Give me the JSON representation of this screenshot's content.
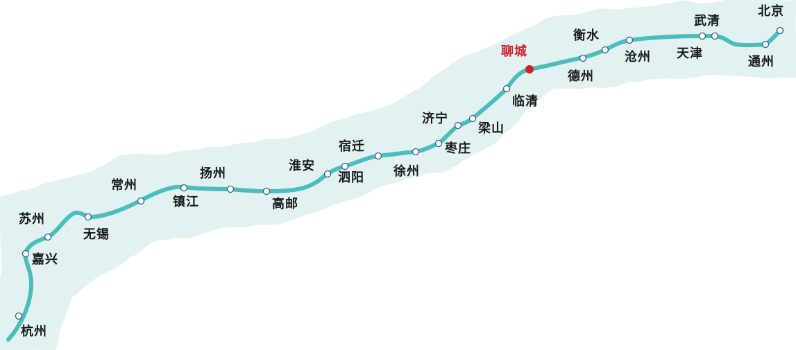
{
  "map": {
    "route_color": "#4cbdbd",
    "band_color": "#e2f1f2",
    "highlight_color": "#d21f2a",
    "label_color": "#1a1a1a",
    "highlighted_city": "聊城",
    "cities": [
      {
        "id": "hangzhou",
        "name": "杭州"
      },
      {
        "id": "jiaxing",
        "name": "嘉兴"
      },
      {
        "id": "suzhou",
        "name": "苏州"
      },
      {
        "id": "wuxi",
        "name": "无锡"
      },
      {
        "id": "changzhou",
        "name": "常州"
      },
      {
        "id": "zhenjiang",
        "name": "镇江"
      },
      {
        "id": "yangzhou",
        "name": "扬州"
      },
      {
        "id": "gaoyou",
        "name": "高邮"
      },
      {
        "id": "huaian",
        "name": "淮安"
      },
      {
        "id": "siyang",
        "name": "泗阳"
      },
      {
        "id": "suqian",
        "name": "宿迁"
      },
      {
        "id": "xuzhou",
        "name": "徐州"
      },
      {
        "id": "zaozhuang",
        "name": "枣庄"
      },
      {
        "id": "jining",
        "name": "济宁"
      },
      {
        "id": "liangshan",
        "name": "梁山"
      },
      {
        "id": "linqing",
        "name": "临清"
      },
      {
        "id": "liaocheng",
        "name": "聊城"
      },
      {
        "id": "dezhou",
        "name": "德州"
      },
      {
        "id": "hengshui",
        "name": "衡水"
      },
      {
        "id": "cangzhou",
        "name": "沧州"
      },
      {
        "id": "tianjin",
        "name": "天津"
      },
      {
        "id": "wuqing",
        "name": "武清"
      },
      {
        "id": "tongzhou",
        "name": "通州"
      },
      {
        "id": "beijing",
        "name": "北京"
      }
    ]
  }
}
